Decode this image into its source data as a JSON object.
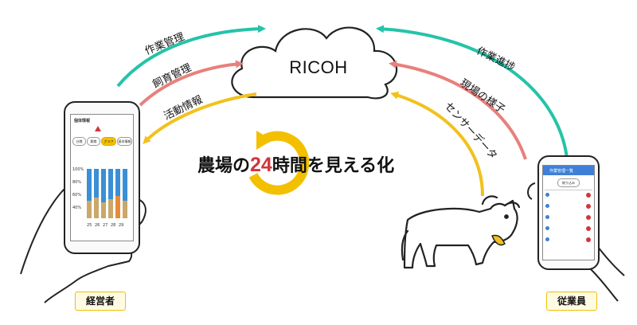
{
  "cloud": {
    "label": "RICOH"
  },
  "arrows": {
    "left_top": "作業管理",
    "left_mid": "飼育管理",
    "left_bottom": "活動情報",
    "right_top": "作業進捗",
    "right_mid": "現場の様子",
    "right_bottom": "センサーデータ"
  },
  "headline": {
    "before": "農場の",
    "highlight": "24",
    "after": "時間を見える化"
  },
  "roles": {
    "manager": "経営者",
    "employee": "従業員"
  },
  "left_phone": {
    "title": "個体情報",
    "tabs": [
      "分娩",
      "飼育",
      "グラフ",
      "基本情報"
    ],
    "chart_axis": [
      "100%",
      "80%",
      "60%",
      "40%"
    ],
    "x_ticks": [
      "25",
      "26",
      "27",
      "28",
      "29"
    ]
  },
  "right_phone": {
    "title": "作業管理一覧",
    "filter_label": "絞り込み",
    "rows": 5
  },
  "colors": {
    "teal": "#25c3a8",
    "salmon": "#e8807c",
    "yellow": "#f2c11d",
    "headline_accent": "#d2353b",
    "cycle_icon": "#f3c000"
  }
}
